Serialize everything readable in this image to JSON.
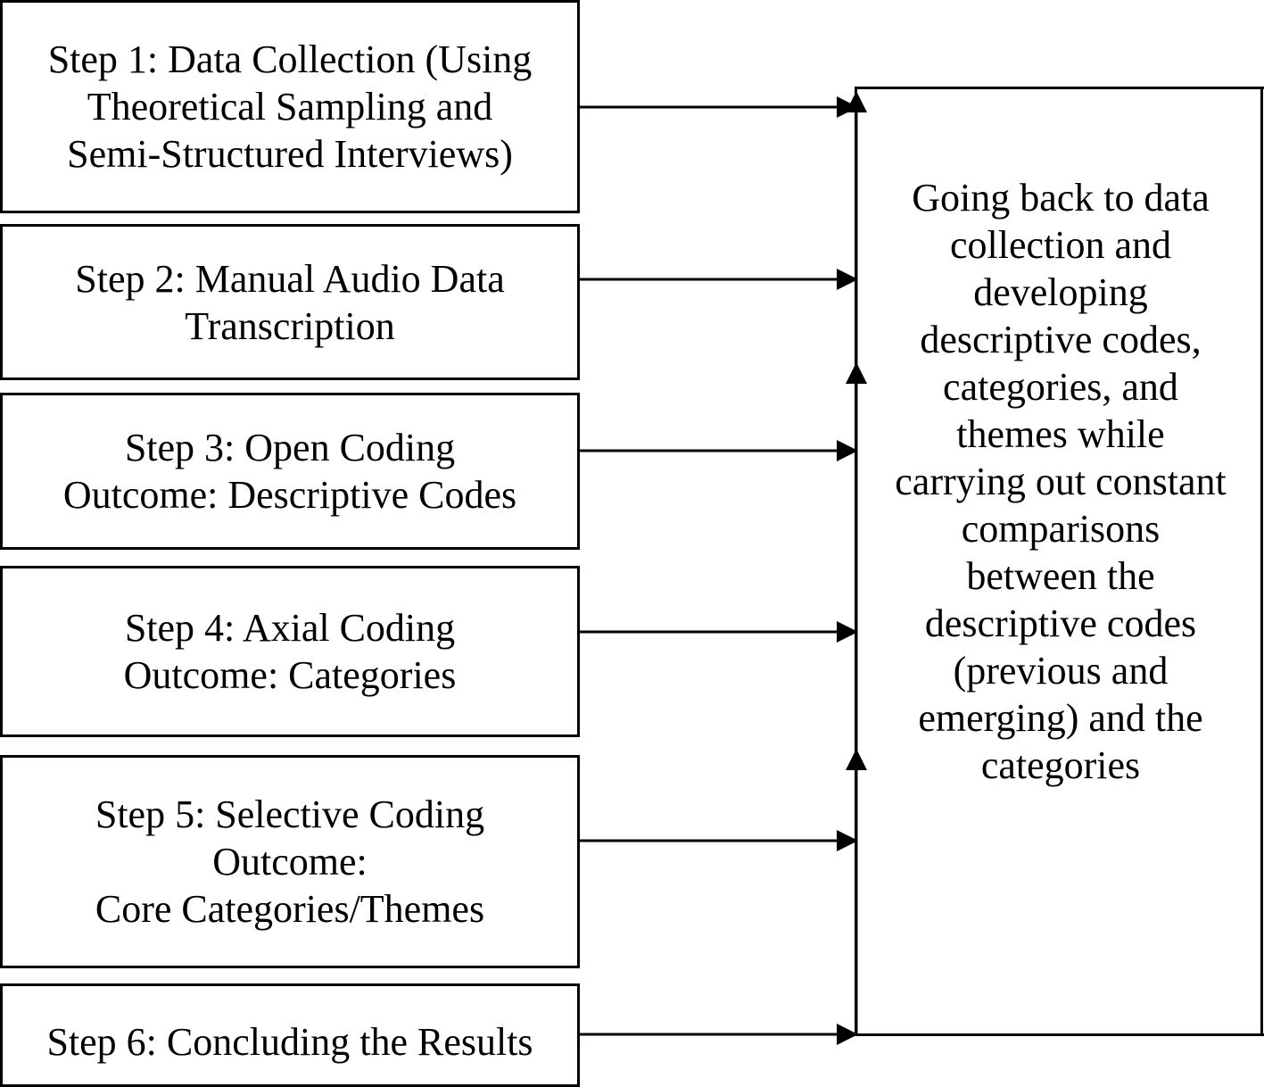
{
  "steps": [
    {
      "id": "step1",
      "text": "Step 1: Data Collection (Using\nTheoretical Sampling and\nSemi-Structured Interviews)"
    },
    {
      "id": "step2",
      "text": "Step 2: Manual Audio Data\nTranscription"
    },
    {
      "id": "step3",
      "text": "Step 3: Open Coding\nOutcome: Descriptive Codes"
    },
    {
      "id": "step4",
      "text": "Step 4: Axial Coding\nOutcome: Categories"
    },
    {
      "id": "step5",
      "text": "Step 5: Selective Coding\nOutcome:\nCore Categories/Themes"
    },
    {
      "id": "step6",
      "text": "Step 6: Concluding the Results"
    }
  ],
  "loop_box": {
    "text": "Going back to data\ncollection and\ndeveloping\ndescriptive codes,\ncategories, and\nthemes while\ncarrying out constant\ncomparisons\nbetween the\ndescriptive codes\n(previous and\nemerging) and the\ncategories"
  },
  "colors": {
    "line": "#000000",
    "background": "#ffffff"
  }
}
